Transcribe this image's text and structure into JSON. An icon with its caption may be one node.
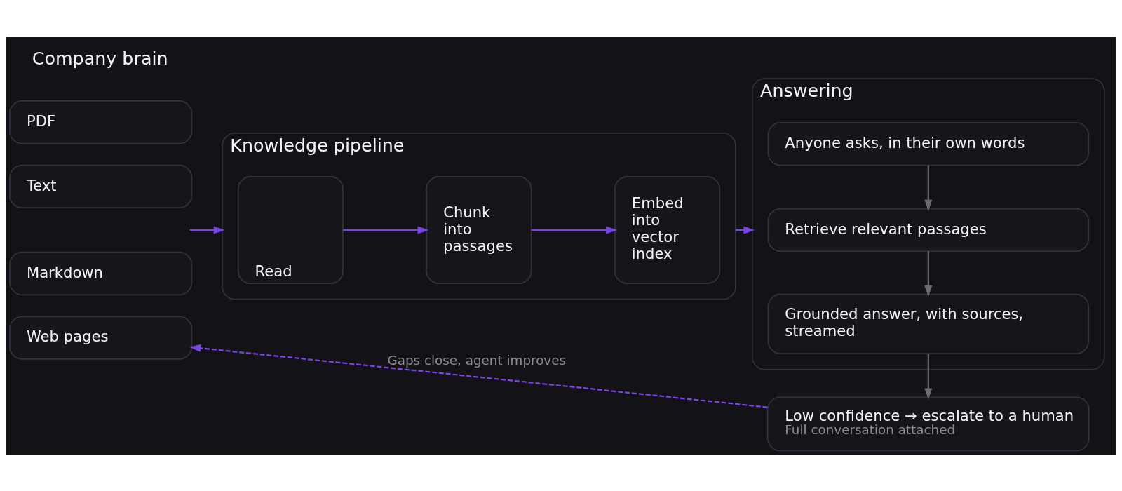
{
  "diagram": {
    "nodes": [
      {
        "text": [
          "PDF"
        ]
      },
      {
        "text": [
          "Text"
        ]
      },
      {
        "text": [
          "Markdown"
        ]
      },
      {
        "text": [
          "Web pages"
        ]
      },
      {
        "text": [
          "Knowledge pipeline"
        ]
      },
      {
        "text": [
          "Read"
        ],
        "in": 4
      },
      {
        "text": [
          "Chunk into passages"
        ],
        "in": 4
      },
      {
        "text": [
          "Embed into vector index"
        ],
        "in": 4
      },
      {
        "text": [
          "Answering"
        ]
      },
      {
        "text": [
          "Anyone asks, in their own words"
        ],
        "in": 8
      },
      {
        "text": [
          "Retrieve relevant passages"
        ],
        "in": 8
      },
      {
        "text": [
          "Grounded answer, with sources, streamed"
        ],
        "in": 8
      },
      {
        "text": [
          "Low confidence → escalate to a human",
          "Full conversation attached"
        ]
      }
    ],
    "edges": [
      {
        "from": null,
        "to": 4,
        "arrow": "to"
      },
      {
        "from": 5,
        "to": 6,
        "arrow": "to"
      },
      {
        "from": 6,
        "to": 7,
        "arrow": "to"
      },
      {
        "from": 4,
        "to": 8,
        "arrow": "to"
      },
      {
        "from": 9,
        "to": 10,
        "arrow": "to",
        "color": "#6b6b72"
      },
      {
        "from": 10,
        "to": 11,
        "arrow": "to",
        "color": "#6b6b72"
      },
      {
        "from": 11,
        "to": 12,
        "arrow": "to",
        "color": "#6b6b72"
      },
      {
        "from": 12,
        "to": 3,
        "arrow": "to",
        "style": "dashed",
        "label": "Gaps close, agent improves"
      }
    ],
    "labels": [
      "Company brain"
    ]
  }
}
